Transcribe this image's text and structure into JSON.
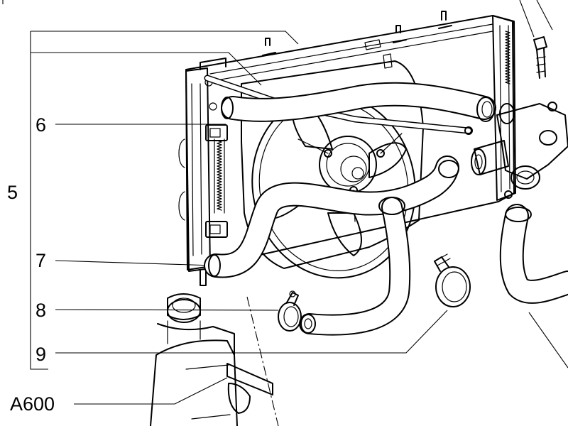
{
  "callouts": {
    "c5": "5",
    "c6": "6",
    "c7": "7",
    "c8": "8",
    "c9": "9",
    "cA600": "A600"
  }
}
